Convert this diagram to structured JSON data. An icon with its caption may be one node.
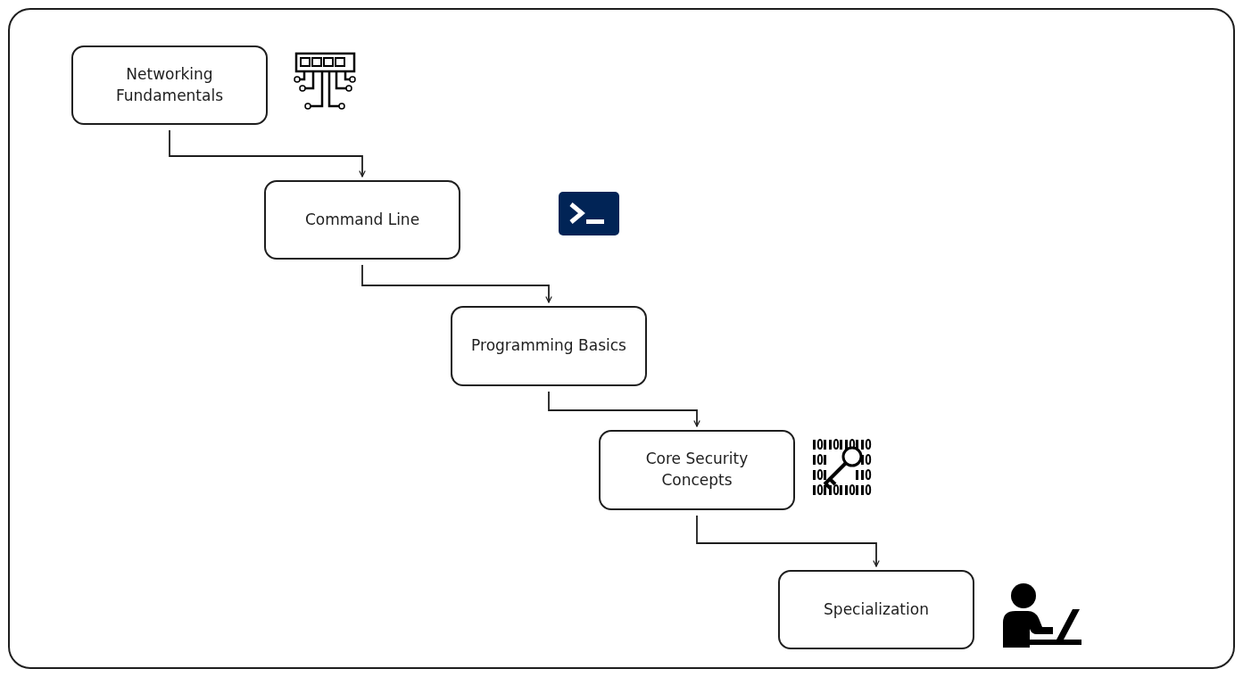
{
  "diagram": {
    "nodes": [
      {
        "text": [
          "Networking Fundamentals"
        ]
      },
      {
        "text": [
          "Command Line"
        ]
      },
      {
        "text": [
          "Programming Basics"
        ]
      },
      {
        "text": [
          "Core Security Concepts"
        ]
      },
      {
        "text": [
          "Specialization"
        ]
      }
    ],
    "edges": [
      {
        "from": 0,
        "to": 1,
        "arrow": "to"
      },
      {
        "from": 1,
        "to": 2,
        "arrow": "to"
      },
      {
        "from": 2,
        "to": 3,
        "arrow": "to"
      },
      {
        "from": 3,
        "to": 4,
        "arrow": "to"
      }
    ]
  }
}
